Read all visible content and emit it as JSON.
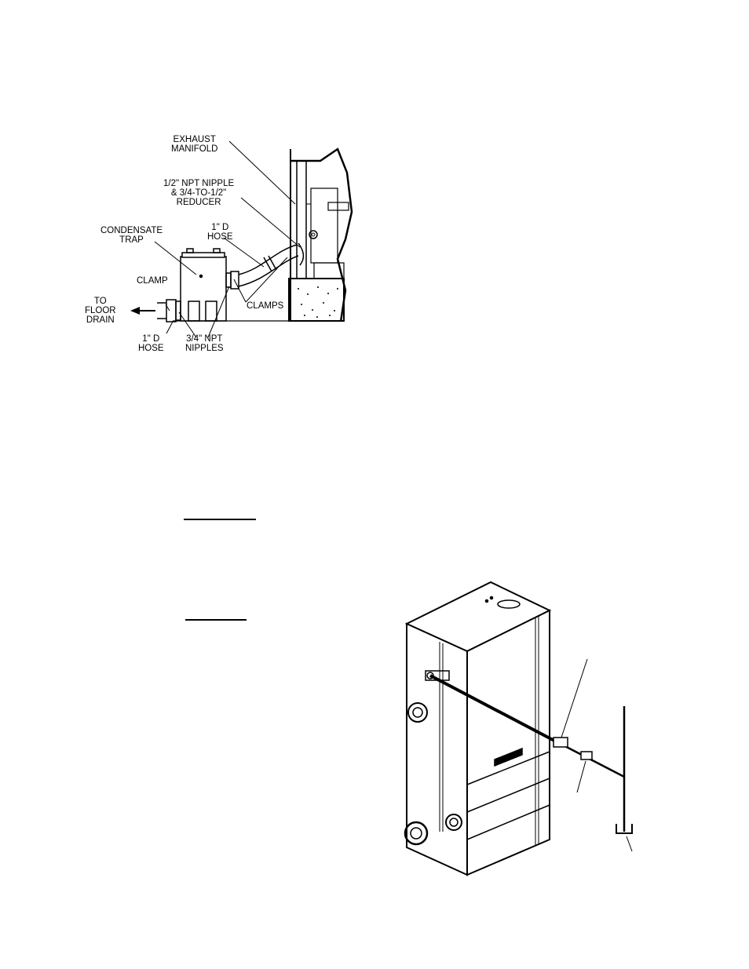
{
  "figure_1": {
    "labels": {
      "exhaust_manifold": [
        "EXHAUST",
        "MANIFOLD"
      ],
      "npt_nipple_reducer": [
        "1/2\" NPT NIPPLE",
        "& 3/4-TO-1/2\"",
        "REDUCER"
      ],
      "condensate_trap": [
        "CONDENSATE",
        "TRAP"
      ],
      "hose_upper": [
        "1\"    D",
        "HOSE"
      ],
      "clamp": [
        "CLAMP"
      ],
      "to_floor_drain": [
        "TO",
        "FLOOR",
        "DRAIN"
      ],
      "clamps": [
        "CLAMPS"
      ],
      "hose_lower": [
        "1\"    D",
        "HOSE"
      ],
      "npt_nipples": [
        "3/4\" NPT",
        "NIPPLES"
      ]
    },
    "icons": [
      "flow-arrow-icon"
    ]
  },
  "figure_2": {
    "icons": [
      "boiler-unit-icon",
      "floor-drain-icon"
    ]
  },
  "colors": {
    "ink": "#000000",
    "paper": "#ffffff",
    "shade": "#e6e6e6"
  }
}
